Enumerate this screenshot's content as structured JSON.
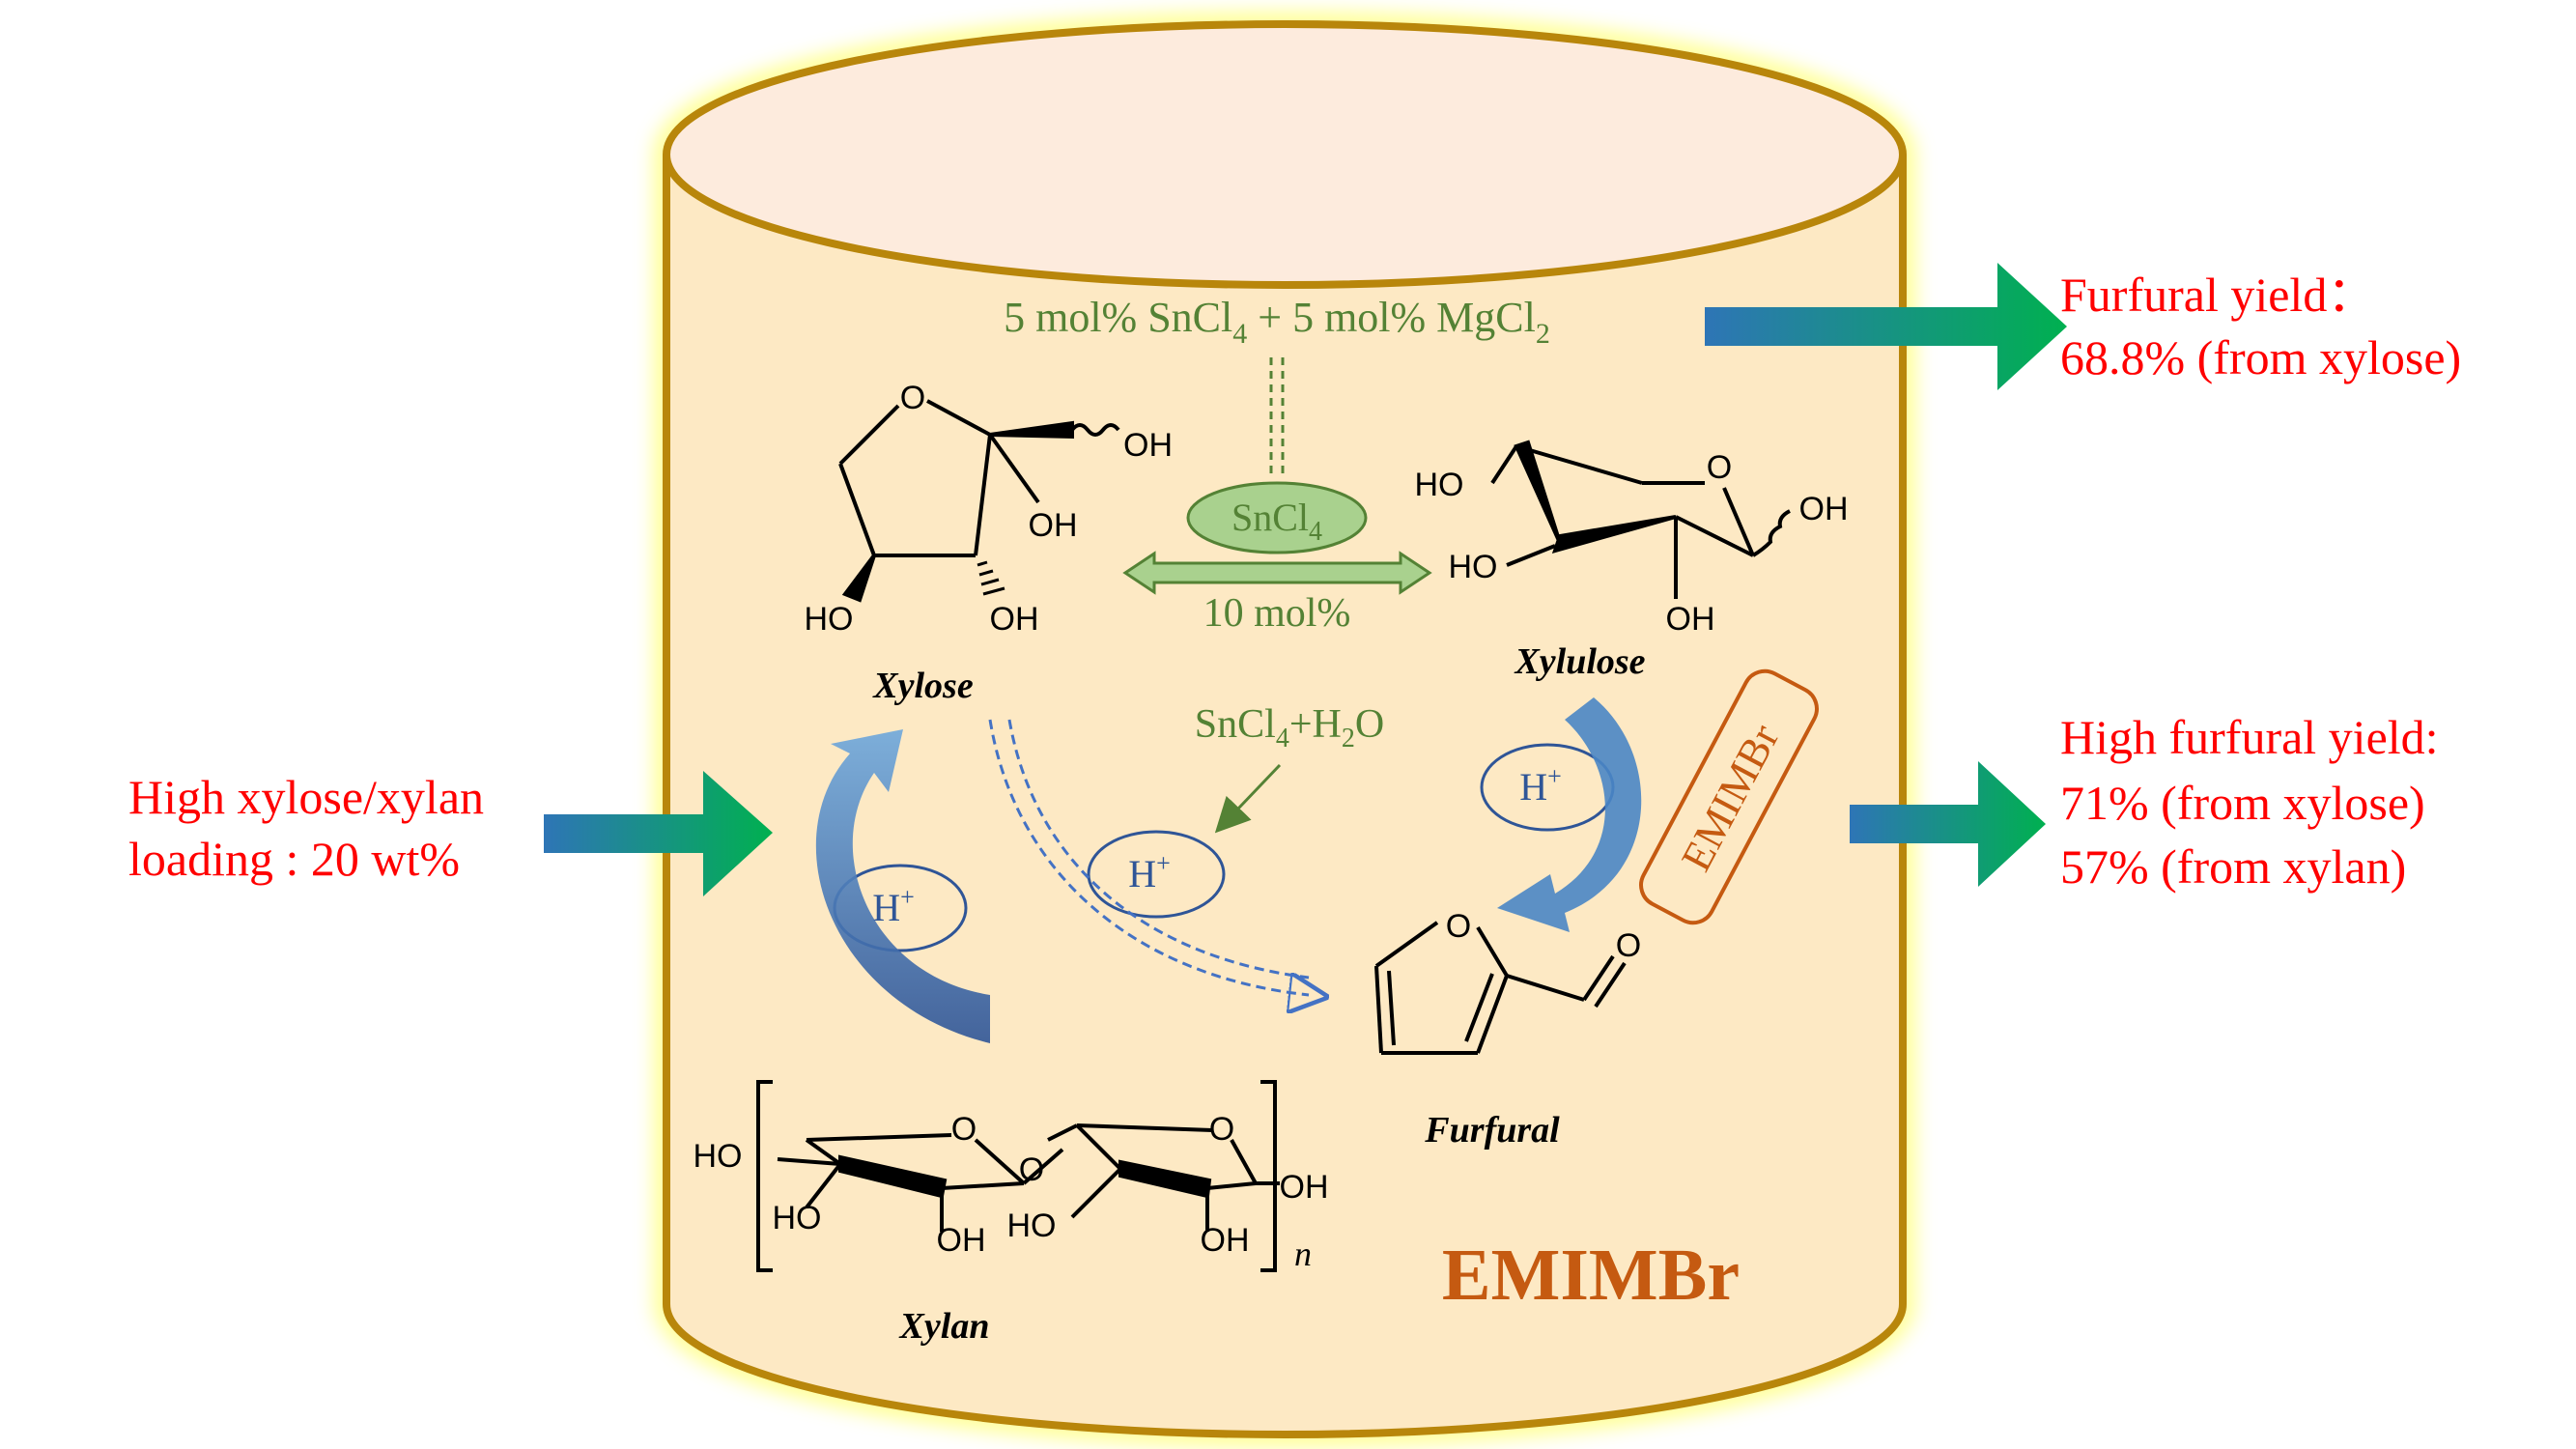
{
  "colors": {
    "liquid": "#fde9c4",
    "rim": "#b8860b",
    "glow": "#ffff80",
    "green_text": "#548235",
    "red_text": "#ff0000",
    "emimbr_text": "#c55a11",
    "arrow_blue": "#4472c4",
    "arrow_green": "#00b050"
  },
  "catalyst": {
    "main_prefix": "5 mol% SnCl",
    "main_sub1": "4",
    "main_mid": " + 5 mol% MgCl",
    "main_sub2": "2",
    "ellipse_label": "SnCl",
    "ellipse_sub": "4",
    "isomerization_loading": "10 mol%",
    "hydrolysis_prefix": "SnCl",
    "hydrolysis_sub1": "4",
    "hydrolysis_mid": "+H",
    "hydrolysis_sub2": "2",
    "hydrolysis_suffix": "O"
  },
  "compounds": {
    "xylose": "Xylose",
    "xylulose": "Xylulose",
    "furfural": "Furfural",
    "xylan": "Xylan"
  },
  "atoms": {
    "O": "O",
    "OH": "OH",
    "HO": "HO",
    "n": "n"
  },
  "proton": {
    "base": "H",
    "sup": "+"
  },
  "solvent": {
    "tag": "EMIMBr",
    "bottom": "EMIMBr"
  },
  "inputs": {
    "line1": "High xylose/xylan",
    "line2": "loading : 20 wt%"
  },
  "results_top": {
    "line1": "Furfural yield：",
    "line2": "68.8% (from xylose)"
  },
  "results_mid": {
    "line1": "High furfural yield:",
    "line2": "71% (from xylose)",
    "line3": "57% (from xylan)"
  }
}
